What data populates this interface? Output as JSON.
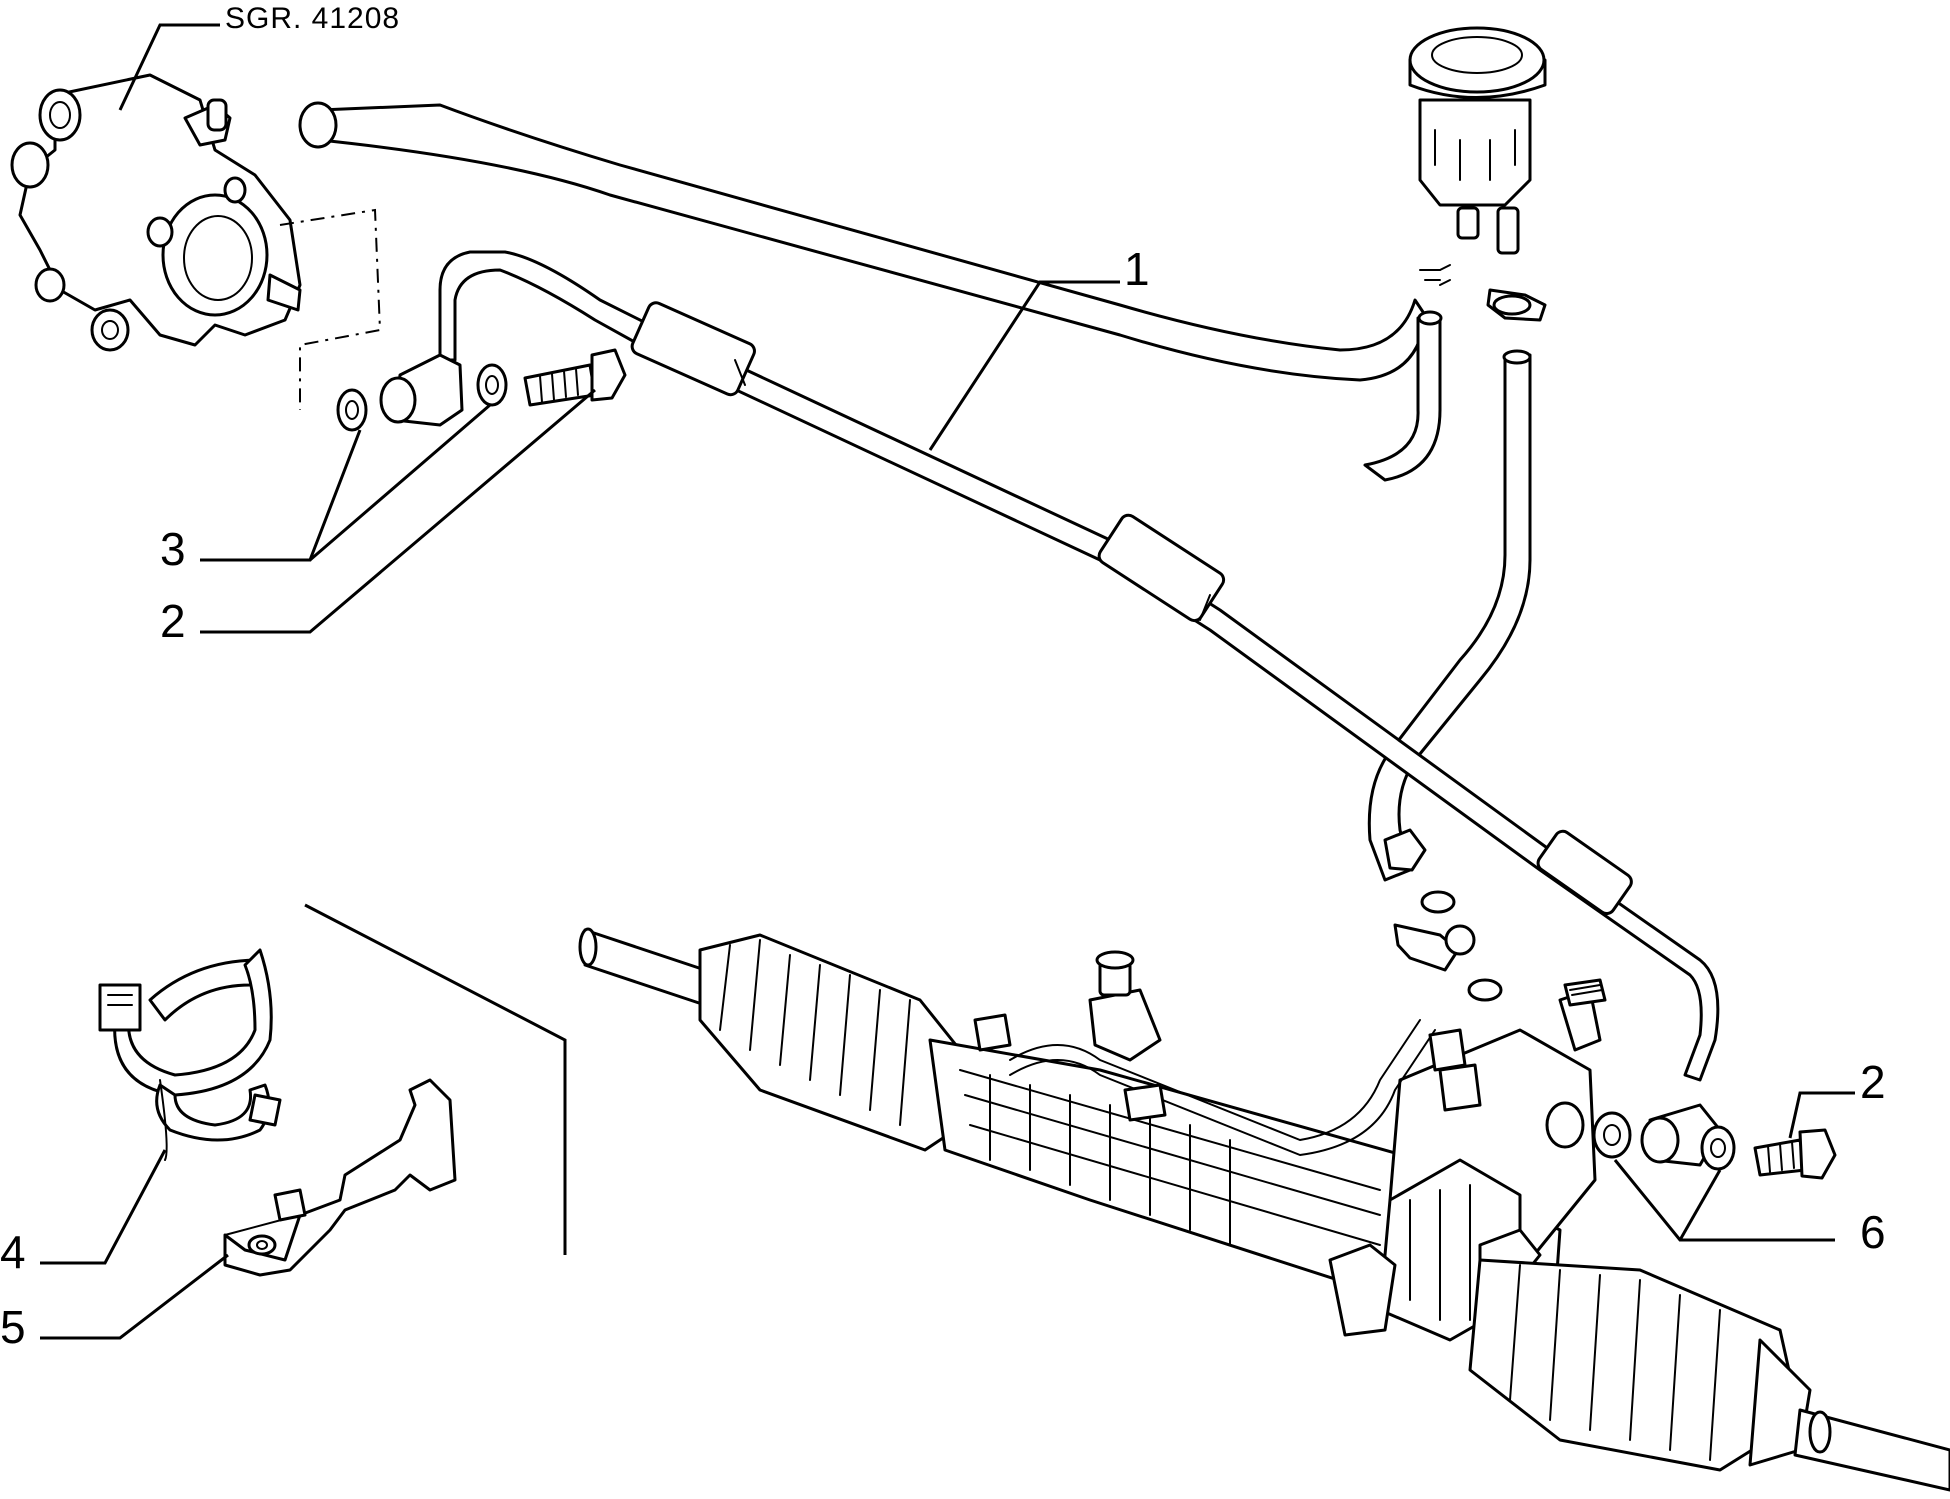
{
  "reference": {
    "text": "SGR. 41208"
  },
  "callouts": [
    {
      "id": "1",
      "text": "1"
    },
    {
      "id": "2a",
      "text": "2"
    },
    {
      "id": "2b",
      "text": "2"
    },
    {
      "id": "3",
      "text": "3"
    },
    {
      "id": "4",
      "text": "4"
    },
    {
      "id": "5",
      "text": "5"
    },
    {
      "id": "6",
      "text": "6"
    }
  ],
  "colors": {
    "line": "#000000",
    "background": "#ffffff"
  }
}
